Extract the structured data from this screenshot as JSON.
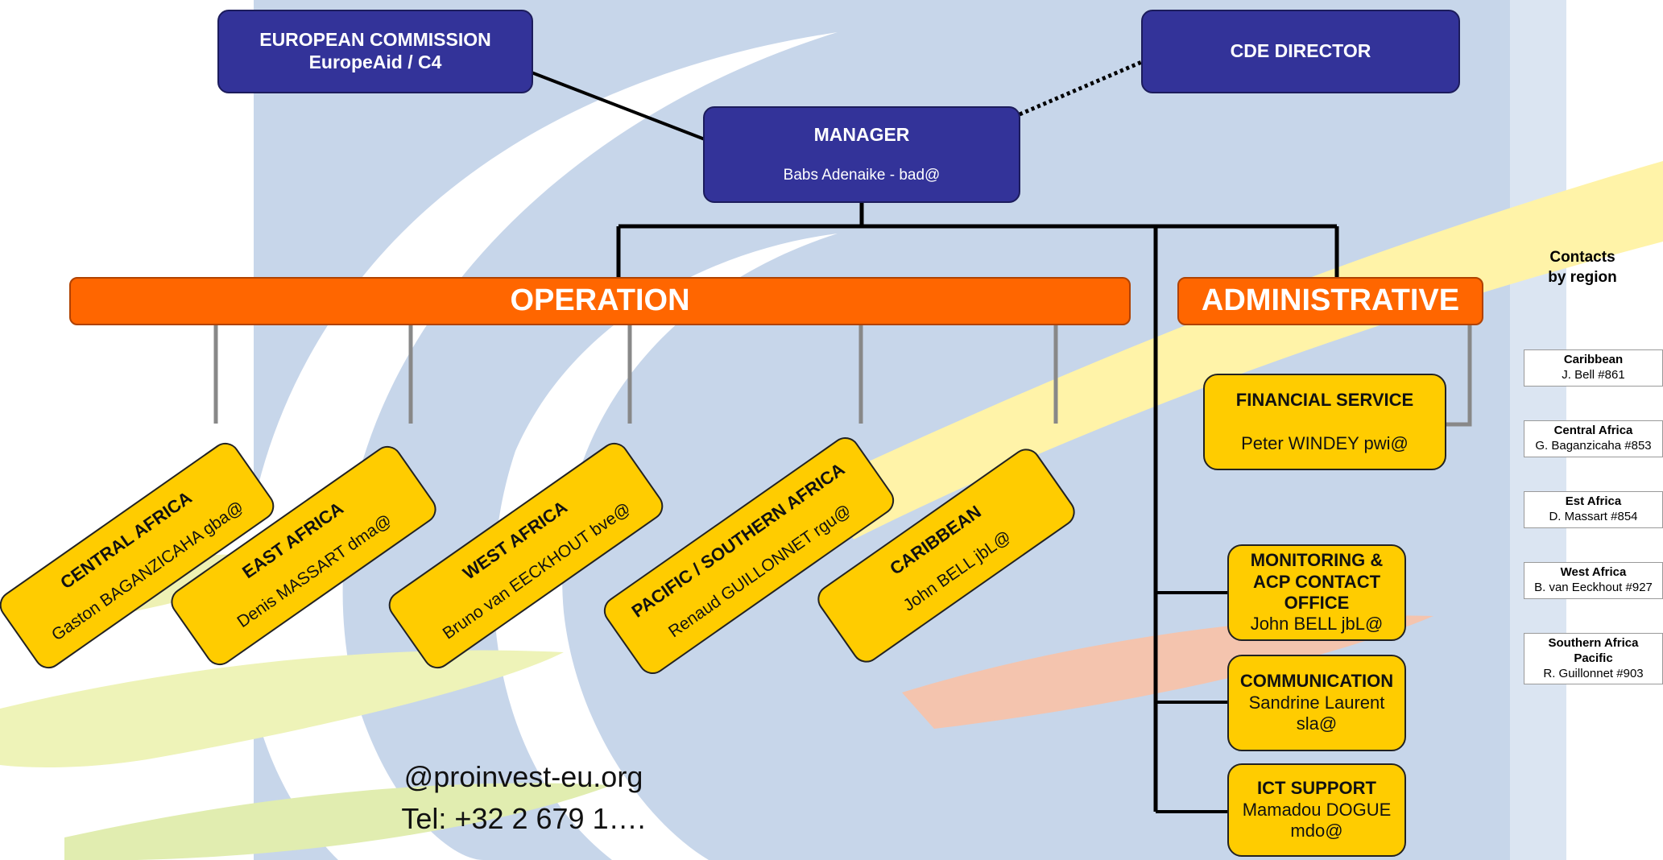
{
  "colors": {
    "navy_box": "#333399",
    "orange_bar": "#ff6600",
    "yellow_box": "#ffcc00",
    "connector": "#000000",
    "grey_connector": "#888888",
    "background_blue": "#c7d6ea"
  },
  "top": {
    "ec_line1": "EUROPEAN COMMISSION",
    "ec_line2": "EuropeAid / C4",
    "director": "CDE DIRECTOR",
    "manager_title": "MANAGER",
    "manager_name": "Babs Adenaike - bad@"
  },
  "divisions": {
    "operation": "OPERATION",
    "administrative": "ADMINISTRATIVE"
  },
  "regions": [
    {
      "title": "CENTRAL AFRICA",
      "contact": "Gaston BAGANZICAHA gba@"
    },
    {
      "title": "EAST AFRICA",
      "contact": "Denis MASSART dma@"
    },
    {
      "title": "WEST AFRICA",
      "contact": "Bruno van EECKHOUT bve@"
    },
    {
      "title": "PACIFIC /  SOUTHERN AFRICA",
      "contact": "Renaud GUILLONNET rgu@"
    },
    {
      "title": "CARIBBEAN",
      "contact": "John BELL  jbL@"
    }
  ],
  "admin_units": {
    "financial": {
      "title": "FINANCIAL SERVICE",
      "contact": "Peter WINDEY pwi@"
    },
    "monitoring": {
      "title1": "MONITORING &",
      "title2": "ACP CONTACT",
      "title3": "OFFICE",
      "contact": "John BELL  jbL@"
    },
    "communication": {
      "title": "COMMUNICATION",
      "contact1": "Sandrine Laurent",
      "contact2": "sla@"
    },
    "ict": {
      "title": "ICT SUPPORT",
      "contact1": "Mamadou DOGUE",
      "contact2": "mdo@"
    }
  },
  "contacts": {
    "title1": "Contacts",
    "title2": "by region",
    "cards": [
      {
        "line1": "Caribbean",
        "line2": "J. Bell #861"
      },
      {
        "line1": "Central Africa",
        "line2": "G. Baganzicaha #853"
      },
      {
        "line1": "Est Africa",
        "line2": "D. Massart #854"
      },
      {
        "line1": "West Africa",
        "line2": "B. van Eeckhout #927"
      },
      {
        "line1": "Southern Africa",
        "line2": "Pacific",
        "line3": "R. Guillonnet #903"
      }
    ]
  },
  "footer": {
    "email_domain": "@proinvest-eu.org",
    "tel": "Tel: +32 2 679 1…."
  }
}
